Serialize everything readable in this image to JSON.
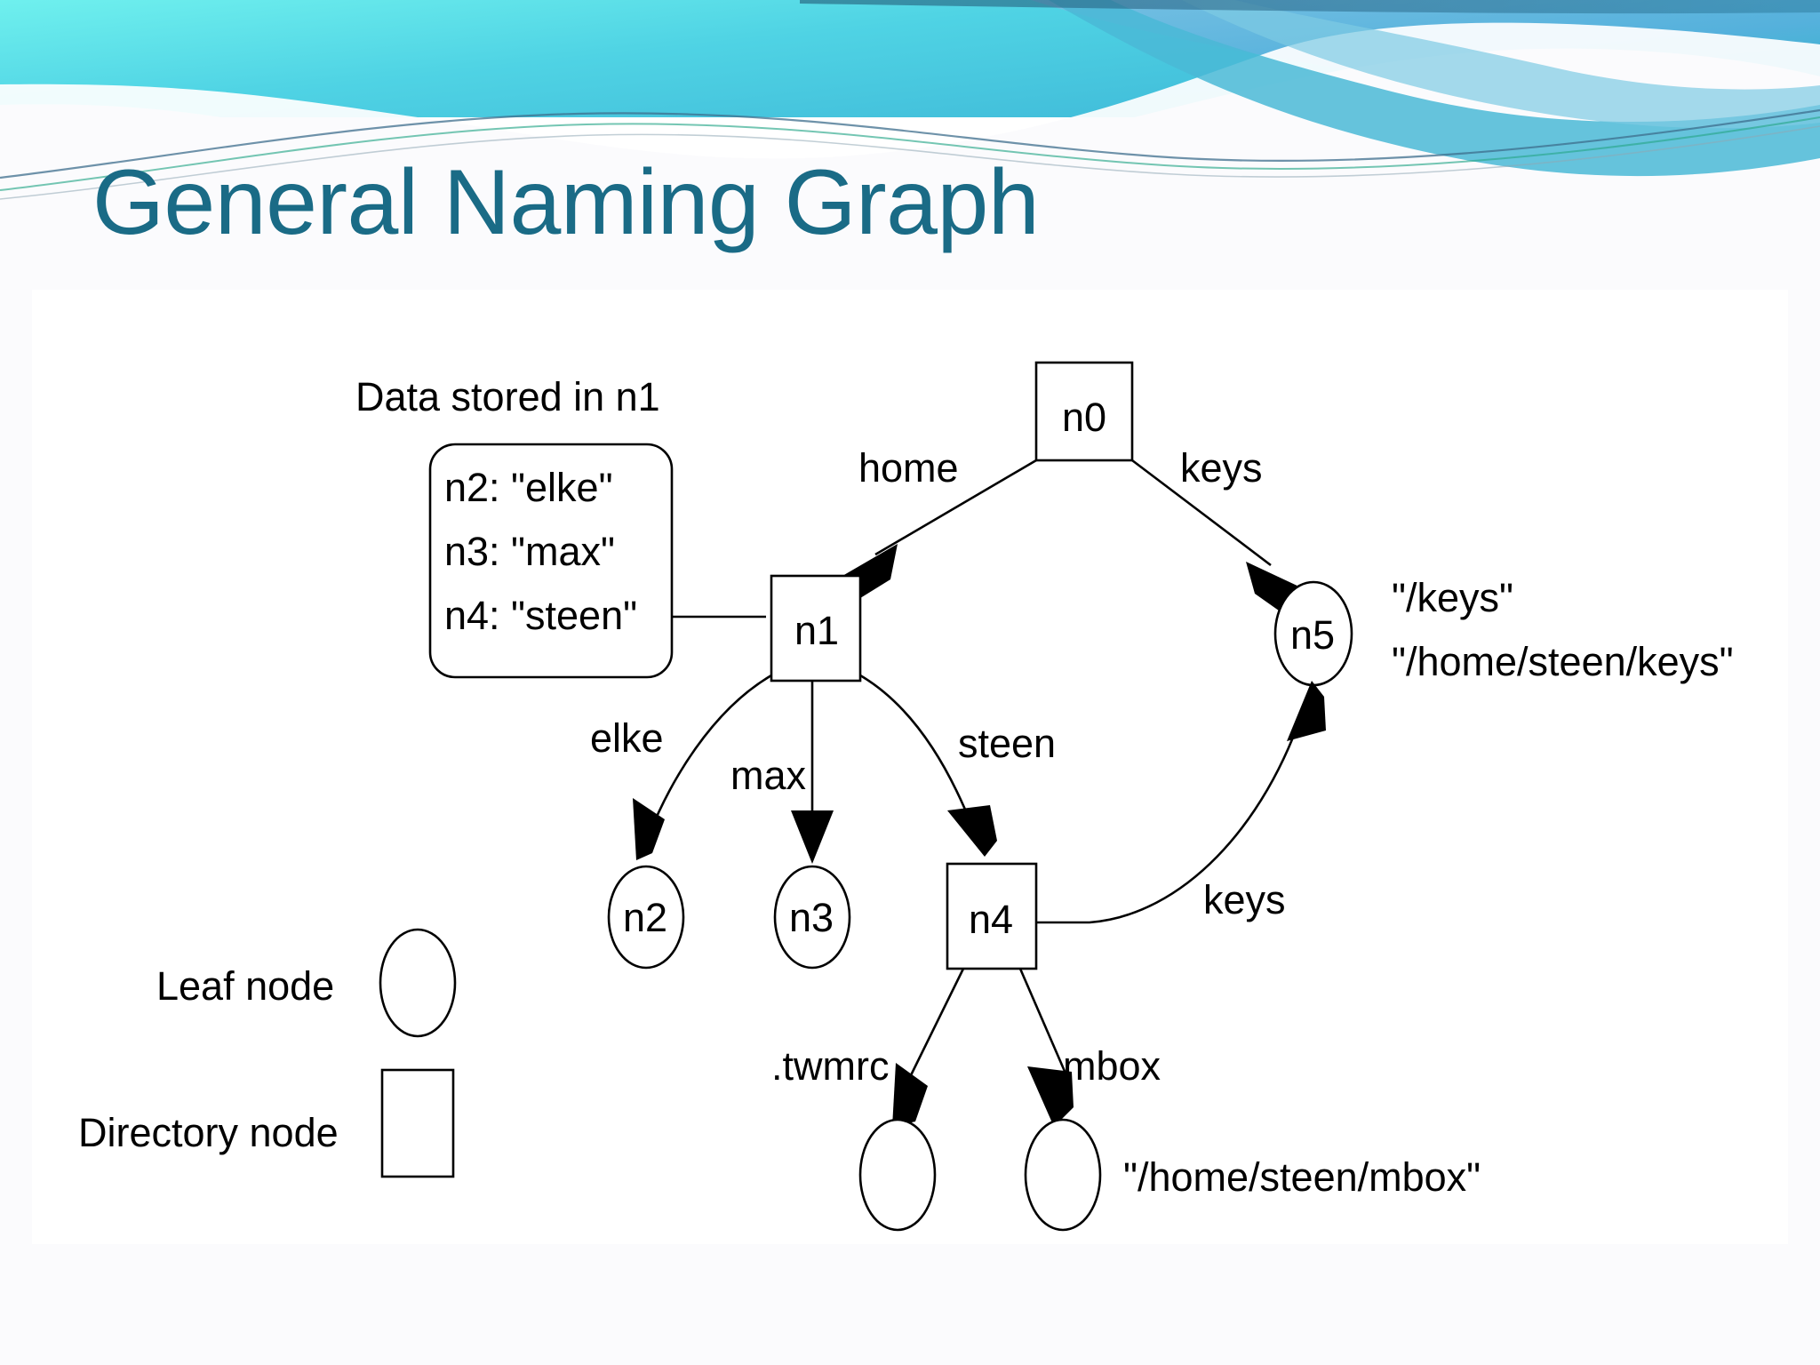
{
  "slide": {
    "title": "General Naming Graph",
    "title_color": "#1a6b86",
    "background_color": "#ffffff",
    "band_colors": {
      "cyan": "#5ed8e8",
      "teal": "#3fc6d8",
      "blue": "#6fb6dd",
      "deep_blue": "#2f6f91",
      "green_line": "#2aa88a"
    }
  },
  "diagram": {
    "type": "naming-graph",
    "caption": "Data stored in n1",
    "data_box": {
      "lines": [
        "n2: \"elke\"",
        "n3: \"max\"",
        "n4: \"steen\""
      ]
    },
    "nodes": [
      {
        "id": "n0",
        "label": "n0",
        "shape": "rect"
      },
      {
        "id": "n1",
        "label": "n1",
        "shape": "rect"
      },
      {
        "id": "n2",
        "label": "n2",
        "shape": "ellipse"
      },
      {
        "id": "n3",
        "label": "n3",
        "shape": "ellipse"
      },
      {
        "id": "n4",
        "label": "n4",
        "shape": "rect"
      },
      {
        "id": "n5",
        "label": "n5",
        "shape": "ellipse"
      },
      {
        "id": "leaf-twmrc",
        "label": "",
        "shape": "ellipse"
      },
      {
        "id": "leaf-mbox",
        "label": "",
        "shape": "ellipse"
      }
    ],
    "edges": [
      {
        "from": "n0",
        "to": "n1",
        "label": "home"
      },
      {
        "from": "n0",
        "to": "n5",
        "label": "keys"
      },
      {
        "from": "n1",
        "to": "n2",
        "label": "elke"
      },
      {
        "from": "n1",
        "to": "n3",
        "label": "max"
      },
      {
        "from": "n1",
        "to": "n4",
        "label": "steen"
      },
      {
        "from": "n4",
        "to": "n5",
        "label": "keys"
      },
      {
        "from": "n4",
        "to": "leaf-twmrc",
        "label": ".twmrc"
      },
      {
        "from": "n4",
        "to": "leaf-mbox",
        "label": "mbox"
      }
    ],
    "annotations": [
      {
        "target": "n5",
        "lines": [
          "\"/keys\"",
          "\"/home/steen/keys\""
        ]
      },
      {
        "target": "leaf-mbox",
        "lines": [
          "\"/home/steen/mbox\""
        ]
      }
    ],
    "legend": [
      {
        "label": "Leaf node",
        "shape": "ellipse"
      },
      {
        "label": "Directory node",
        "shape": "rect"
      }
    ]
  }
}
